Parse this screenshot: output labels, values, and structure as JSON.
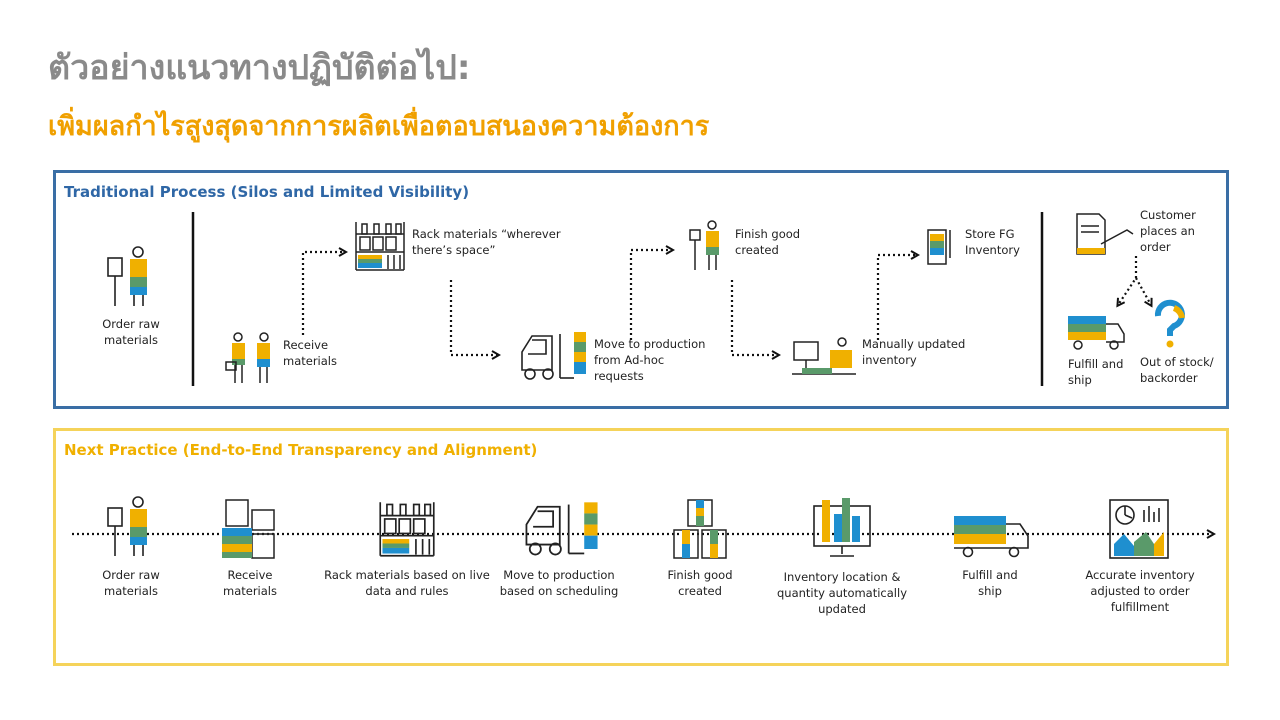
{
  "title": "ตัวอย่างแนวทางปฏิบัติต่อไป:",
  "subtitle": "เพิ่มผลกำไรสูงสุดจากการผลิตเพื่อตอบสนองความต้องการ",
  "colors": {
    "title": "#8a8a8a",
    "subtitle": "#f0a000",
    "traditional_border": "#3a6ea5",
    "next_border": "#f5d35a",
    "accent_yellow": "#f0b000",
    "accent_blue": "#1f8fcf",
    "accent_green": "#5a9a6a"
  },
  "traditional": {
    "heading": "Traditional Process (Silos and Limited Visibility)",
    "steps": {
      "order_raw": "Order raw materials",
      "receive": "Receive materials",
      "rack": "Rack materials “wherever there’s space”",
      "move": "Move to production from Ad-hoc requests",
      "finish": "Finish good created",
      "manual": "Manually updated inventory",
      "store": "Store FG Inventory",
      "customer": "Customer places an order",
      "fulfill": "Fulfill and ship",
      "out_of_stock": "Out of stock/ backorder"
    }
  },
  "next": {
    "heading": "Next Practice (End-to-End Transparency and Alignment)",
    "steps": {
      "order_raw": "Order raw materials",
      "receive": "Receive materials",
      "rack": "Rack materials based on live data and rules",
      "move": "Move to production based on scheduling",
      "finish": "Finish good created",
      "inventory": "Inventory location & quantity automatically updated",
      "fulfill": "Fulfill and ship",
      "accurate": "Accurate inventory adjusted to order fulfillment"
    }
  }
}
